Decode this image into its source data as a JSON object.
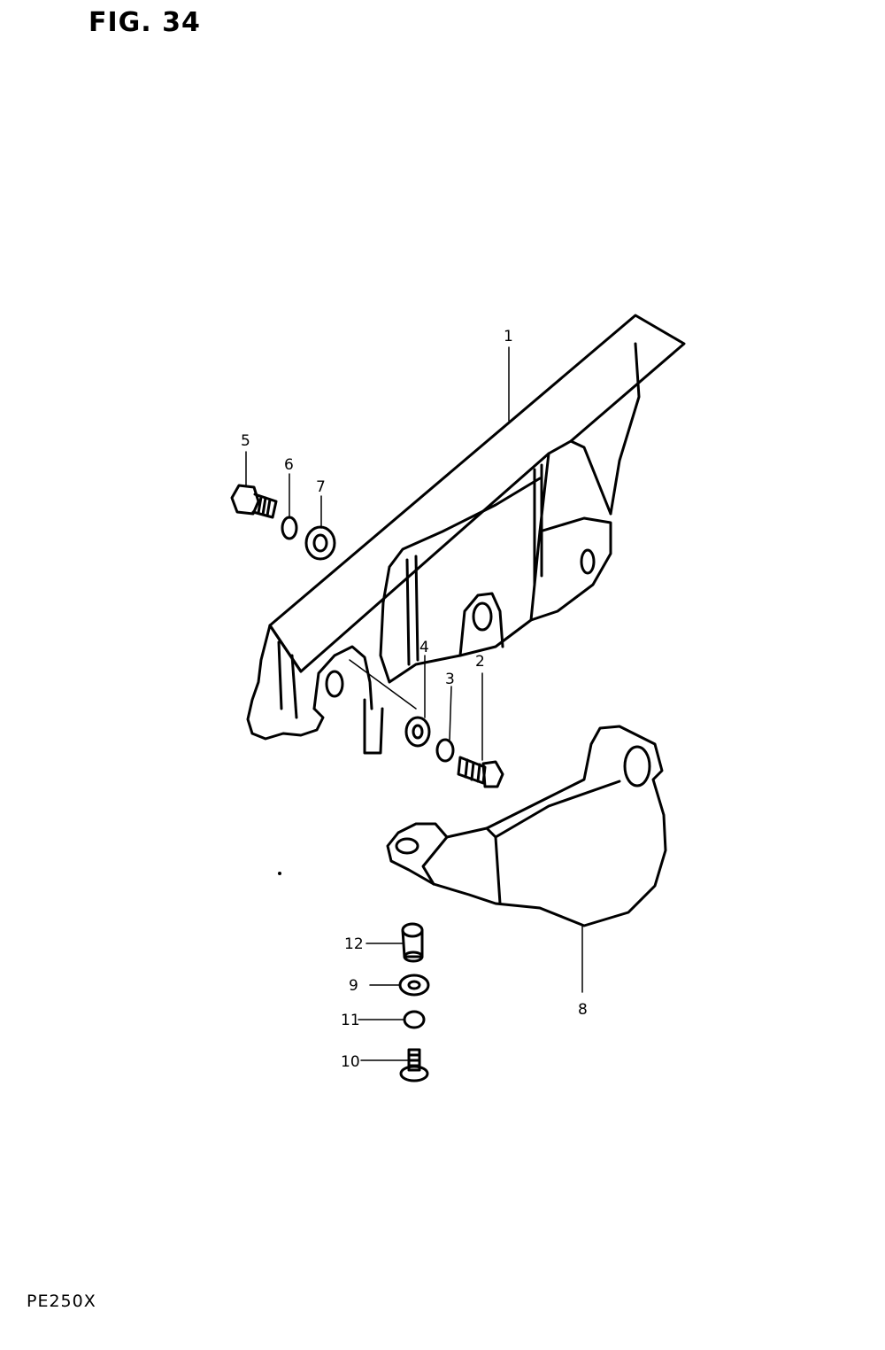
{
  "figure_title": "FIG. 34",
  "model_code": "PE250X",
  "callouts": [
    "1",
    "2",
    "3",
    "4",
    "5",
    "6",
    "7",
    "8",
    "9",
    "10",
    "11",
    "12"
  ]
}
